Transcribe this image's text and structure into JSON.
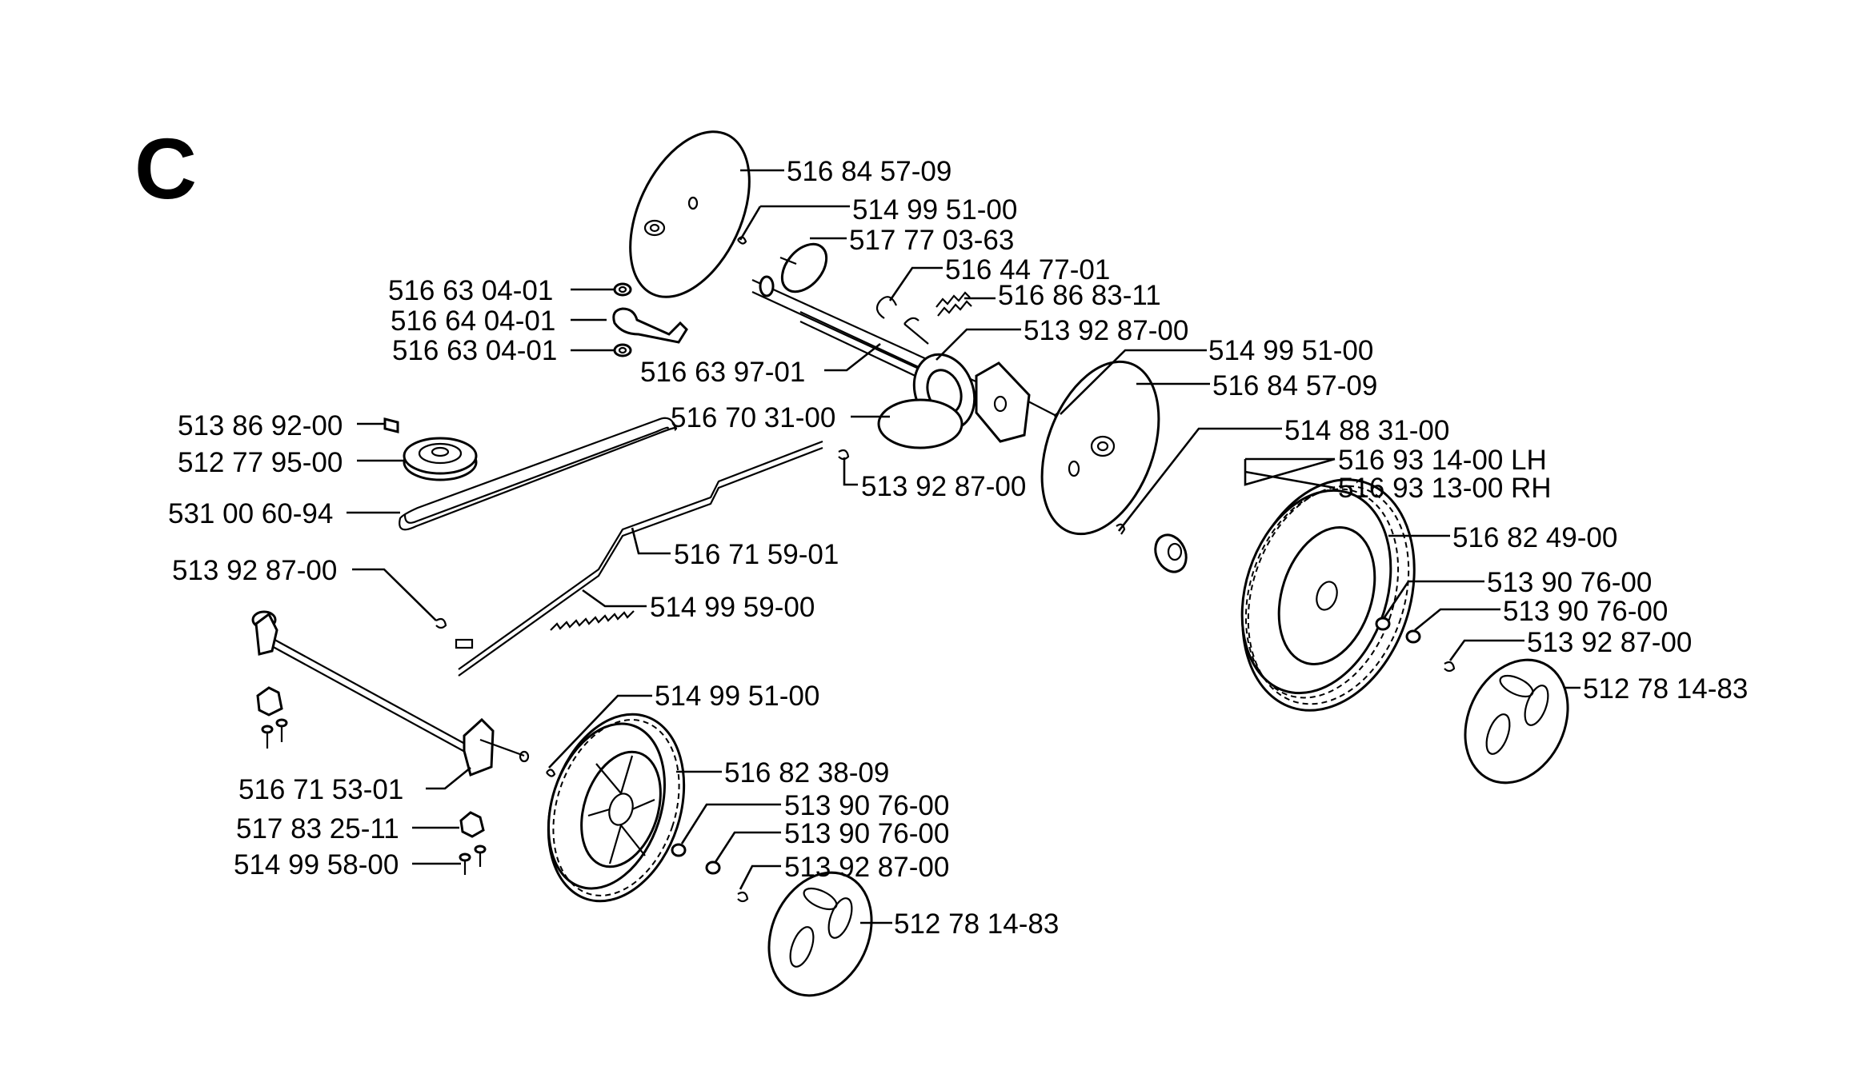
{
  "section_letter": "C",
  "parts": {
    "cover_top": "516 84 57-09",
    "cotter_top": "514 99 51-00",
    "bearing_bracket": "517 77 03-63",
    "spring_clip": "516 44 77-01",
    "pinion": "516 86 83-11",
    "clip_upper": "513 92 87-00",
    "washer_upper": "516 63 04-01",
    "lever": "516 64 04-01",
    "washer_lower": "516 63 04-01",
    "axle_rod": "516 63 97-01",
    "key": "513 86 92-00",
    "pulley": "512 77 95-00",
    "belt": "531 00 60-94",
    "gearbox": "516 70 31-00",
    "clip_mid": "513 92 87-00",
    "cotter_right": "514 99 51-00",
    "cover_right": "516 84 57-09",
    "pawl": "514 88 31-00",
    "ratchet_lh": "516 93 14-00 LH",
    "ratchet_rh": "516 93 13-00 RH",
    "rear_wheel": "516 82 49-00",
    "nut_right_1": "513 90 76-00",
    "nut_right_2": "513 90 76-00",
    "clip_right": "513 92 87-00",
    "hubcap_right": "512 78 14-83",
    "control_rod": "516 71 59-01",
    "spring": "514 99 59-00",
    "clip_left": "513 92 87-00",
    "cotter_front": "514 99 51-00",
    "front_axle": "516 71 53-01",
    "front_wheel": "516 82 38-09",
    "nut_front_1": "513 90 76-00",
    "nut_front_2": "513 90 76-00",
    "clip_front": "513 92 87-00",
    "hubcap_front": "512 78 14-83",
    "bracket_small": "517 83 25-11",
    "screw": "514 99 58-00"
  }
}
